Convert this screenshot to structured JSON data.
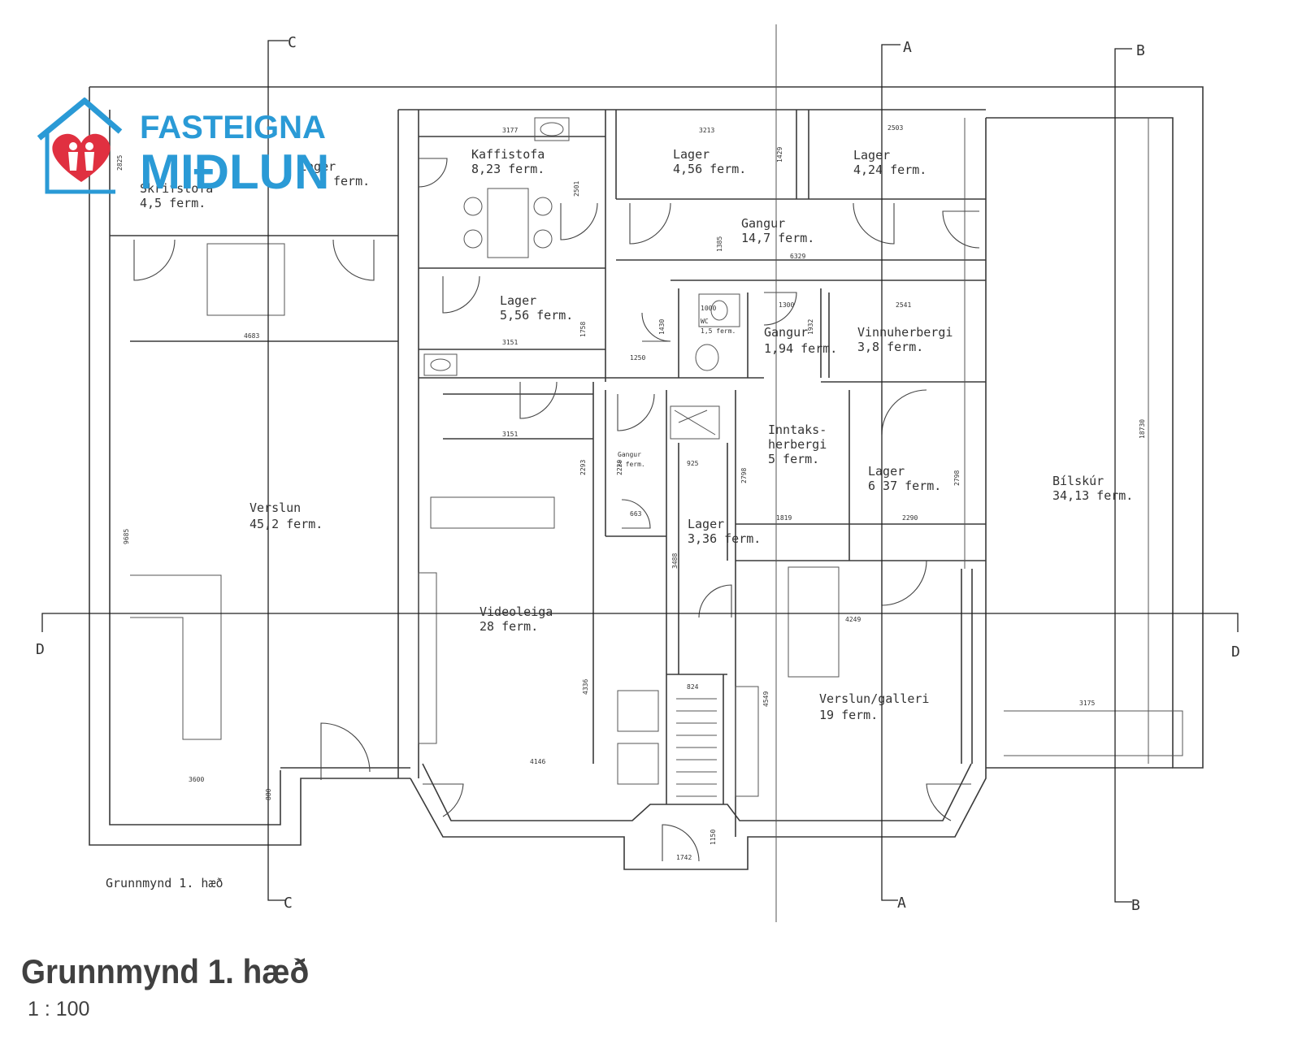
{
  "logo": {
    "line1": "FASTEIGNA",
    "line2": "MIÐLUN",
    "heart_color": "#e03040",
    "brand_color": "#2a9ad6"
  },
  "title": "Grunnmynd 1. hæð",
  "scale": "1 : 100",
  "drawing_caption": "Grunnmynd 1. hæð",
  "section_markers": {
    "a": "A",
    "b": "B",
    "c": "C",
    "d": "D"
  },
  "rooms": [
    {
      "name": "Skrifstofa",
      "area": "4,5 ferm."
    },
    {
      "name": "Lager",
      "area": "ferm."
    },
    {
      "name": "Kaffistofa",
      "area": "8,23 ferm."
    },
    {
      "name": "Lager",
      "area": "4,56 ferm."
    },
    {
      "name": "Lager",
      "area": "4,24 ferm."
    },
    {
      "name": "Gangur",
      "area": "14,7 ferm."
    },
    {
      "name": "Lager",
      "area": "5,56 ferm."
    },
    {
      "name": "WC",
      "area": "1,5 ferm."
    },
    {
      "name": "Gangur",
      "area": "1,94 ferm."
    },
    {
      "name": "Vinnuherbergi",
      "area": "3,8 ferm."
    },
    {
      "name": "Inntaks-",
      "name2": "herbergi",
      "area": "5 ferm."
    },
    {
      "name": "Lager",
      "area": "6 37 ferm."
    },
    {
      "name": "Gangur",
      "area": "2 ferm."
    },
    {
      "name": "Lager",
      "area": "3,36 ferm."
    },
    {
      "name": "Bílskúr",
      "area": "34,13 ferm."
    },
    {
      "name": "Verslun",
      "area": "45,2 ferm."
    },
    {
      "name": "Videoleiga",
      "area": "28 ferm."
    },
    {
      "name": "Verslun/galleri",
      "area": "19 ferm."
    }
  ],
  "dimensions": {
    "d1": "3177",
    "d2": "3213",
    "d3": "2503",
    "d4": "2825",
    "d5": "2501",
    "d6": "1429",
    "d7": "1385",
    "d8": "6329",
    "d9": "4683",
    "d10": "3151",
    "d11": "1758",
    "d12": "1000",
    "d13": "1300",
    "d14": "2541",
    "d15": "1430",
    "d16": "1250",
    "d17": "1932",
    "d18": "3151",
    "d19": "2293",
    "d20": "2229",
    "d21": "925",
    "d22": "2798",
    "d23": "663",
    "d24": "1819",
    "d25": "2290",
    "d26": "2798",
    "d27": "3488",
    "d28": "9685",
    "d29": "4249",
    "d30": "4336",
    "d31": "4549",
    "d32": "824",
    "d33": "3175",
    "d34": "18730",
    "d35": "4146",
    "d36": "3600",
    "d37": "880",
    "d38": "1742",
    "d39": "1150"
  }
}
